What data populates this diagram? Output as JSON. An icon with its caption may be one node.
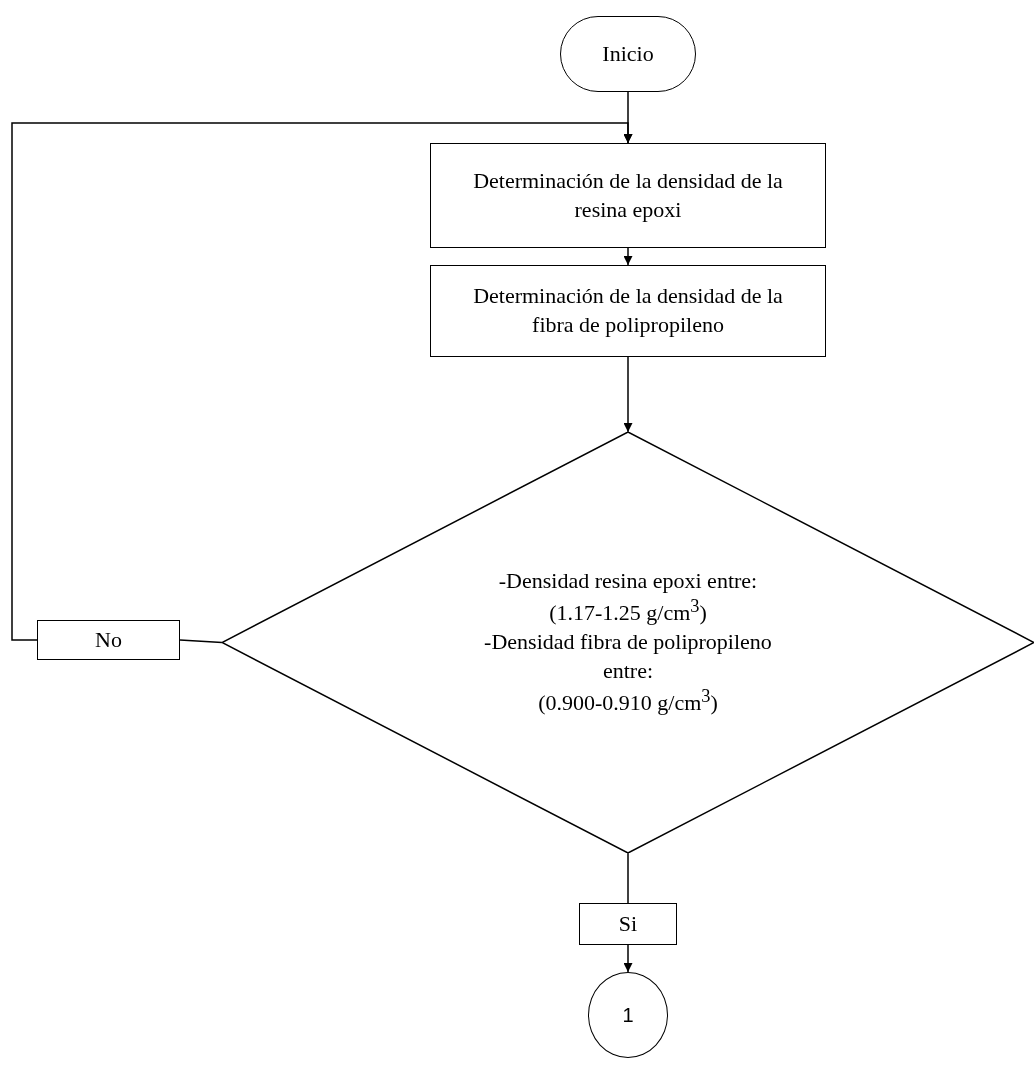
{
  "diagram": {
    "nodes": [
      {
        "text": [
          "Inicio"
        ]
      },
      {
        "text": [
          "Determinación de la densidad de la resina epoxi"
        ]
      },
      {
        "text": [
          "Determinación de la densidad de la fibra de polipropileno"
        ]
      },
      {
        "text": [
          "-Densidad resina epoxi entre:",
          "(1.17-1.25 g/cm$^{3}$)",
          "-Densidad fibra de polipropileno entre:",
          "(0.900-0.910 g/cm$^{3}$)"
        ]
      },
      {
        "text": [
          "No"
        ]
      },
      {
        "text": [
          "Si"
        ]
      },
      {
        "text": [
          "1"
        ]
      }
    ],
    "edges": [
      {
        "from": 0,
        "to": 1,
        "arrow": "to"
      },
      {
        "from": 1,
        "to": 2,
        "arrow": "to"
      },
      {
        "from": 2,
        "to": 3,
        "arrow": "to"
      },
      {
        "from": 3,
        "to": 4,
        "arrow": "none"
      },
      {
        "from": 4,
        "to": 1,
        "arrow": "to"
      },
      {
        "from": 3,
        "to": 5,
        "arrow": "none"
      },
      {
        "from": 5,
        "to": 6,
        "arrow": "to"
      }
    ]
  }
}
